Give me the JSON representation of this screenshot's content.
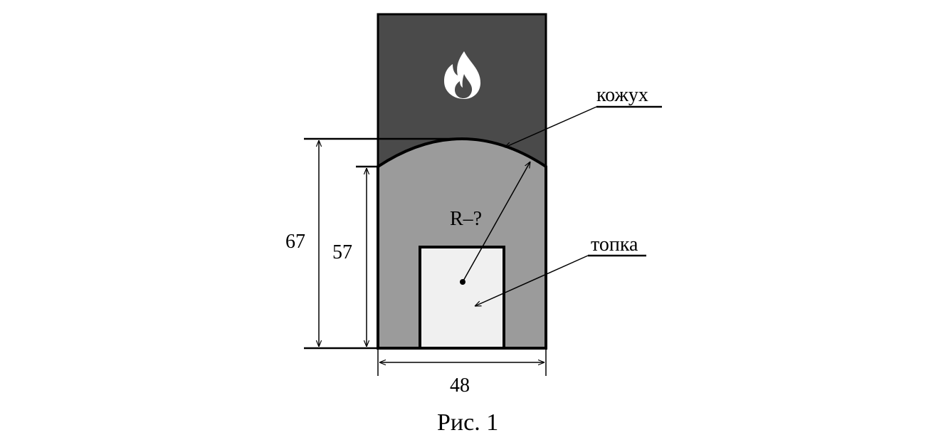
{
  "labels": {
    "casing": "кожух",
    "firebox": "топка",
    "radius": "R–?",
    "outer_height": "67",
    "wall_height": "57",
    "width": "48",
    "caption": "Рис. 1"
  },
  "colors": {
    "chimney": "#4a4a4a",
    "body": "#9b9b9b",
    "firebox": "#f0f0f0",
    "stroke": "#000000",
    "flame": "#ffffff"
  },
  "icon": "flame-icon"
}
